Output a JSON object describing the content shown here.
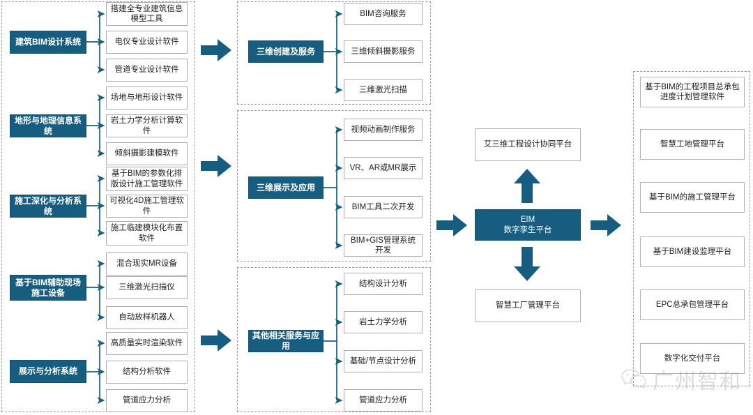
{
  "theme": {
    "accent": "#165d80",
    "arrow": "#18617f",
    "leaf_border": "#adadad",
    "dash_border": "#9a9a9a",
    "page_bg": "#ffffff",
    "dark_text": "#ffffff"
  },
  "left_column": {
    "groups": [
      {
        "parent": "建筑BIM设计系统",
        "children": [
          "搭建全专业建筑信息模型工具",
          "电仪专业设计软件",
          "管道专业设计软件"
        ]
      },
      {
        "parent": "地形与地理信息系统",
        "children": [
          "场地与地形设计软件",
          "岩土力学分析计算软件",
          "倾斜摄影建模软件"
        ]
      },
      {
        "parent": "施工深化与分析系统",
        "children": [
          "基于BIM的参数化排版设计施工管理软件",
          "可视化4D施工管理软件",
          "施工临建模块化布置软件"
        ]
      },
      {
        "parent": "基于BIM辅助现场施工设备",
        "children": [
          "混合现实MR设备",
          "三维激光扫描仪",
          "自动放样机器人"
        ]
      },
      {
        "parent": "展示与分析系统",
        "children": [
          "高质量实时渲染软件",
          "结构分析软件",
          "管道应力分析"
        ]
      }
    ]
  },
  "middle_column": {
    "groups": [
      {
        "parent": "三维创建及服务",
        "children": [
          "BIM咨询服务",
          "三维倾斜摄影服务",
          "三维激光扫描"
        ]
      },
      {
        "parent": "三维展示及应用",
        "children": [
          "视频动画制作服务",
          "VR、AR或MR展示",
          "BIM工具二次开发",
          "BIM+GIS管理系统开发"
        ]
      },
      {
        "parent": "其他相关服务与应用",
        "children": [
          "结构设计分析",
          "岩土力学分析",
          "基础/节点设计分析",
          "管道应力分析"
        ]
      }
    ]
  },
  "center": {
    "top_platform": "艾三维工程设计协同平台",
    "hub_line1": "EIM",
    "hub_line2": "数字孪生平台",
    "hub_text": "EIM\n数字孪生平台",
    "bottom_platform": "智慧工厂管理平台"
  },
  "right_column": {
    "items": [
      "基于BIM的工程项目总承包进度计划管理软件",
      "智慧工地管理平台",
      "基于BIM的施工管理平台",
      "基于BIM建设监理平台",
      "EPC总承包管理平台",
      "数字化交付平台"
    ]
  },
  "big_arrows": [
    {
      "name": "arrow-left-group1-to-middle"
    },
    {
      "name": "arrow-left-group3-to-middle"
    },
    {
      "name": "arrow-left-group5-to-middle"
    },
    {
      "name": "arrow-middle-to-hub"
    },
    {
      "name": "arrow-hub-to-right"
    },
    {
      "name": "arrow-hub-up"
    },
    {
      "name": "arrow-hub-down"
    }
  ],
  "watermark": {
    "text": "广州智和",
    "icon": "wechat-icon"
  }
}
